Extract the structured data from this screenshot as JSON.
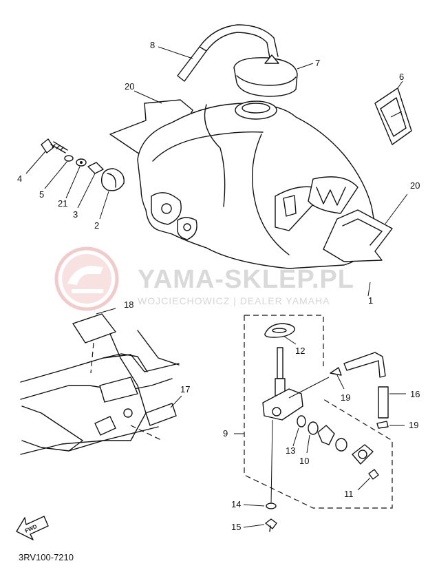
{
  "watermark": {
    "title": "YAMA-SKLEP.PL",
    "subtitle": "WOJCIECHOWICZ | DEALER YAMAHA"
  },
  "diagram_code": "3RV100-7210",
  "fwd_arrow_label": "FWD",
  "callouts": [
    "1",
    "2",
    "3",
    "4",
    "5",
    "6",
    "7",
    "8",
    "9",
    "10",
    "11",
    "12",
    "13",
    "14",
    "15",
    "16",
    "17",
    "18",
    "19",
    "19",
    "20",
    "20",
    "21"
  ],
  "colors": {
    "line": "#111111",
    "watermark": "#e8a0a0",
    "background": "#ffffff"
  }
}
